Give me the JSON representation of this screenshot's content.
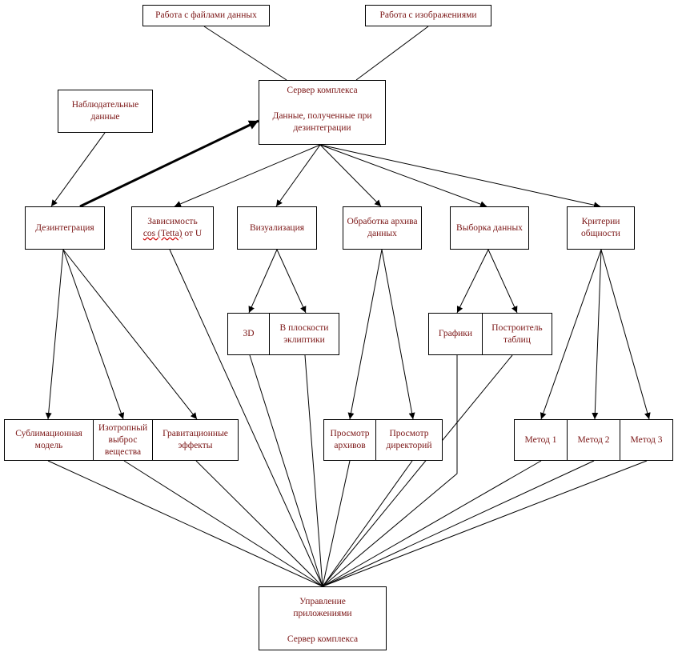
{
  "nodes": {
    "work_data_files": "Работа с файлами данных",
    "work_images": "Работа с изображениями",
    "server_complex": "Сервер комплекса",
    "data_from_disintegration": "Данные, полученные при дезинтеграции",
    "observational_data": "Наблюдательные данные",
    "disintegration": "Дезинтеграция",
    "dependence_cos": "Зависимость",
    "dependence_cos_formula": "cos (Tetta)",
    "dependence_cos_tail": " от U",
    "visualization": "Визуализация",
    "archive_processing": "Обработка архива данных",
    "data_selection": "Выборка данных",
    "commonality_criteria": "Критерии общности",
    "view_3d": "3D",
    "ecliptic_plane": "В плоскости эклиптики",
    "graphs": "Графики",
    "table_builder": "Построитель таблиц",
    "sublimation_model": "Сублимационная модель",
    "isotropic_ejection": "Изотропный выброс вещества",
    "gravitational_effects": "Гравитационные эффекты",
    "view_archives": "Просмотр архивов",
    "view_directories": "Просмотр директорий",
    "method_1": "Метод 1",
    "method_2": "Метод 2",
    "method_3": "Метод 3",
    "app_management": "Управление приложениями",
    "server_complex_bottom": "Сервер комплекса"
  }
}
